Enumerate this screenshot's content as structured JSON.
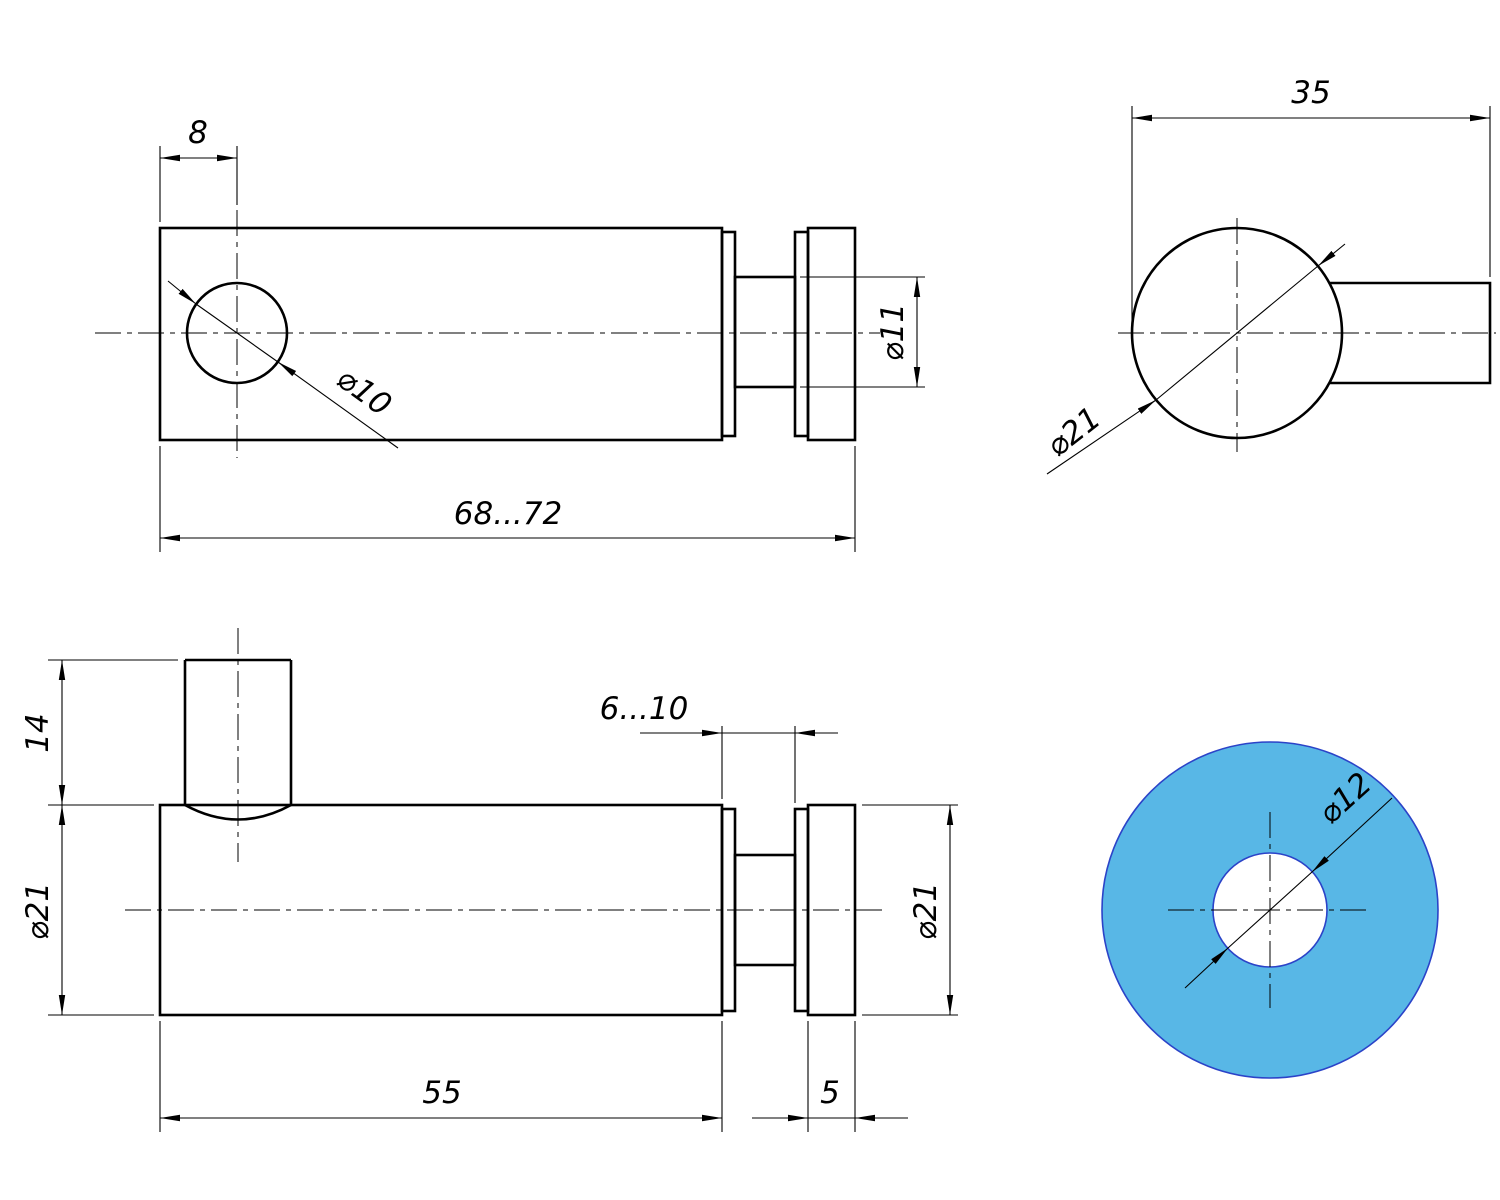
{
  "colors": {
    "line": "#000000",
    "blue_fill": "#58b7e6",
    "blue_stroke": "#2b43c8"
  },
  "views": {
    "side_top": {
      "dims": {
        "hole_offset": "8",
        "hole_diameter": "⌀10",
        "neck_diameter": "⌀11",
        "overall_length": "68...72"
      }
    },
    "end_top": {
      "dims": {
        "width": "35",
        "outer_diameter": "⌀21"
      }
    },
    "side_bottom": {
      "dims": {
        "boss_height": "14",
        "body_diameter": "⌀21",
        "glass_gap": "6...10",
        "disc_diameter": "⌀21",
        "body_length": "55",
        "disc_thickness": "5"
      }
    },
    "end_bottom": {
      "dims": {
        "hole_diameter": "⌀12"
      }
    }
  }
}
